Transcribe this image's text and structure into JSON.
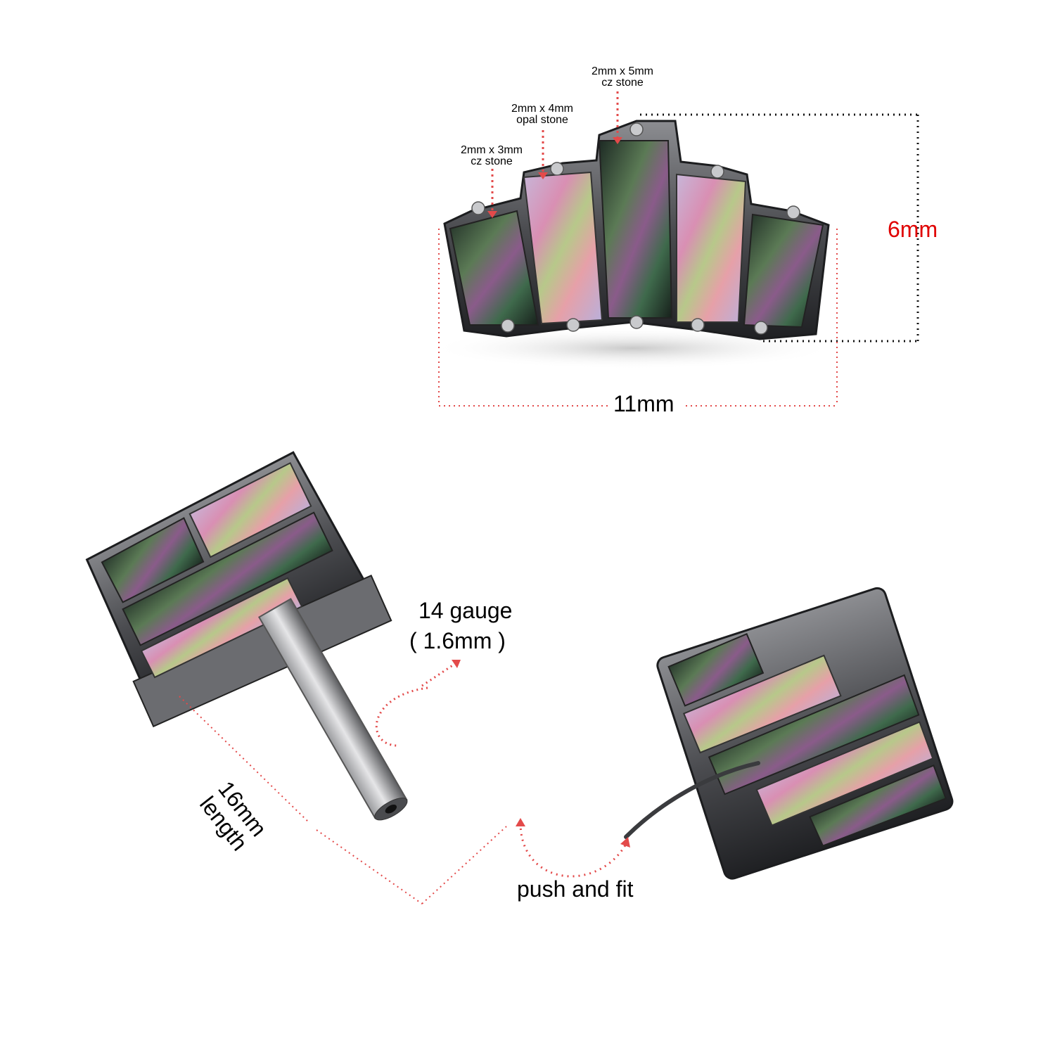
{
  "annotations": {
    "stone_center": {
      "size": "2mm x 5mm",
      "type": "cz stone"
    },
    "stone_opal": {
      "size": "2mm x 4mm",
      "type": "opal stone"
    },
    "stone_side": {
      "size": "2mm x 3mm",
      "type": "cz stone"
    },
    "height": "6mm",
    "width": "11mm",
    "gauge": "14 gauge",
    "gauge_mm": "( 1.6mm )",
    "length": "16mm",
    "length_word": "length",
    "push_fit": "push and fit"
  },
  "colors": {
    "dimension_red": "#e00000",
    "dotted_red": "#e34a4a",
    "dotted_black": "#111111",
    "metal": "#6d6e72",
    "metal_dark": "#2a2b2e",
    "cz_green": "#2f4a3a",
    "opal_pink": "#d8a8c8"
  }
}
